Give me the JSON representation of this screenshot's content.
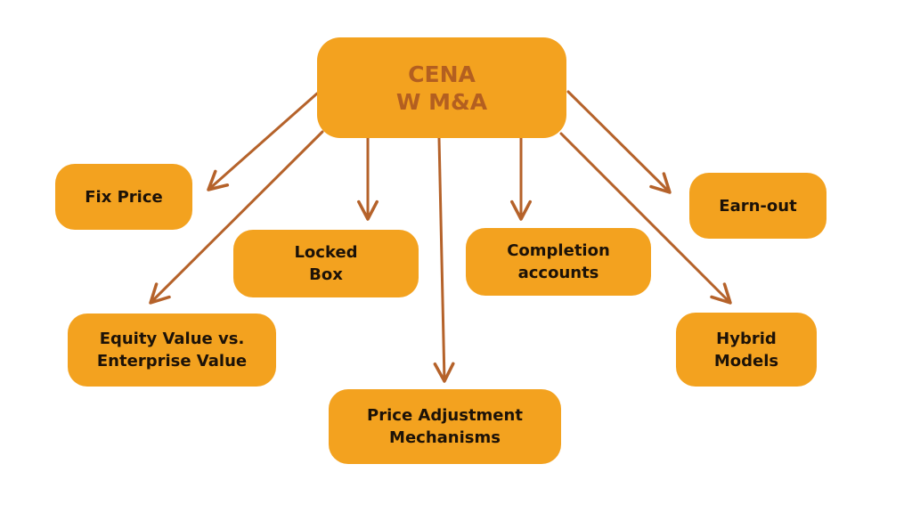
{
  "diagram": {
    "title": "CENA W M&A",
    "colors": {
      "node_fill": "#f3a21f",
      "title_text": "#b35f20",
      "node_text": "#1c1208",
      "arrow": "#b5622a",
      "background": "#ffffff"
    },
    "root": {
      "id": "center",
      "lines": [
        "CENA",
        "W M&A"
      ]
    },
    "nodes": [
      {
        "id": "fix-price",
        "lines": [
          "Fix Price"
        ]
      },
      {
        "id": "locked-box",
        "lines": [
          "Locked",
          "Box"
        ]
      },
      {
        "id": "completion-accounts",
        "lines": [
          "Completion",
          "accounts"
        ]
      },
      {
        "id": "earn-out",
        "lines": [
          "Earn-out"
        ]
      },
      {
        "id": "equity-value",
        "lines": [
          "Equity Value vs.",
          "Enterprise Value"
        ]
      },
      {
        "id": "price-adjustment",
        "lines": [
          "Price Adjustment",
          "Mechanisms"
        ]
      },
      {
        "id": "hybrid-models",
        "lines": [
          "Hybrid",
          "Models"
        ]
      }
    ],
    "edges": [
      {
        "from": "center",
        "to": "fix-price"
      },
      {
        "from": "center",
        "to": "equity-value"
      },
      {
        "from": "center",
        "to": "locked-box"
      },
      {
        "from": "center",
        "to": "price-adjustment"
      },
      {
        "from": "center",
        "to": "completion-accounts"
      },
      {
        "from": "center",
        "to": "earn-out"
      },
      {
        "from": "center",
        "to": "hybrid-models"
      }
    ]
  }
}
